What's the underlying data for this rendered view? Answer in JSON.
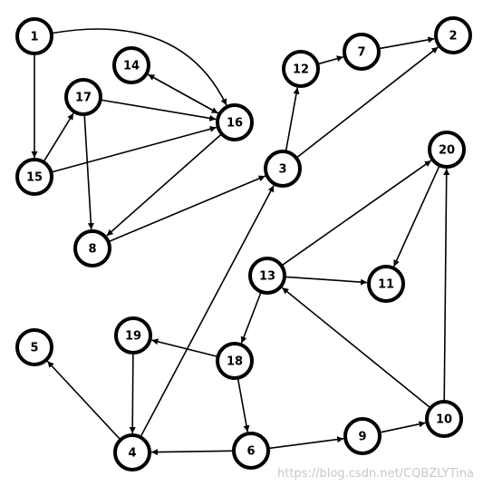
{
  "graph": {
    "nodes": [
      {
        "id": "1",
        "label": "1"
      },
      {
        "id": "2",
        "label": "2"
      },
      {
        "id": "3",
        "label": "3"
      },
      {
        "id": "4",
        "label": "4"
      },
      {
        "id": "5",
        "label": "5"
      },
      {
        "id": "6",
        "label": "6"
      },
      {
        "id": "7",
        "label": "7"
      },
      {
        "id": "8",
        "label": "8"
      },
      {
        "id": "9",
        "label": "9"
      },
      {
        "id": "10",
        "label": "10"
      },
      {
        "id": "11",
        "label": "11"
      },
      {
        "id": "12",
        "label": "12"
      },
      {
        "id": "13",
        "label": "13"
      },
      {
        "id": "14",
        "label": "14"
      },
      {
        "id": "15",
        "label": "15"
      },
      {
        "id": "16",
        "label": "16"
      },
      {
        "id": "17",
        "label": "17"
      },
      {
        "id": "18",
        "label": "18"
      },
      {
        "id": "19",
        "label": "19"
      },
      {
        "id": "20",
        "label": "20"
      }
    ],
    "edges": [
      {
        "from": "1",
        "to": "15"
      },
      {
        "from": "1",
        "to": "16"
      },
      {
        "from": "15",
        "to": "17"
      },
      {
        "from": "15",
        "to": "16"
      },
      {
        "from": "17",
        "to": "16"
      },
      {
        "from": "17",
        "to": "8"
      },
      {
        "from": "16",
        "to": "14"
      },
      {
        "from": "14",
        "to": "16"
      },
      {
        "from": "16",
        "to": "8"
      },
      {
        "from": "8",
        "to": "3"
      },
      {
        "from": "3",
        "to": "12"
      },
      {
        "from": "3",
        "to": "2"
      },
      {
        "from": "12",
        "to": "7"
      },
      {
        "from": "7",
        "to": "2"
      },
      {
        "from": "4",
        "to": "3"
      },
      {
        "from": "4",
        "to": "5"
      },
      {
        "from": "19",
        "to": "4"
      },
      {
        "from": "18",
        "to": "19"
      },
      {
        "from": "18",
        "to": "6"
      },
      {
        "from": "6",
        "to": "4"
      },
      {
        "from": "6",
        "to": "9"
      },
      {
        "from": "9",
        "to": "10"
      },
      {
        "from": "10",
        "to": "13"
      },
      {
        "from": "10",
        "to": "20"
      },
      {
        "from": "13",
        "to": "18"
      },
      {
        "from": "13",
        "to": "11"
      },
      {
        "from": "13",
        "to": "20"
      },
      {
        "from": "20",
        "to": "11"
      }
    ]
  },
  "watermark": "https://blog.csdn.net/CQBZLYTina"
}
